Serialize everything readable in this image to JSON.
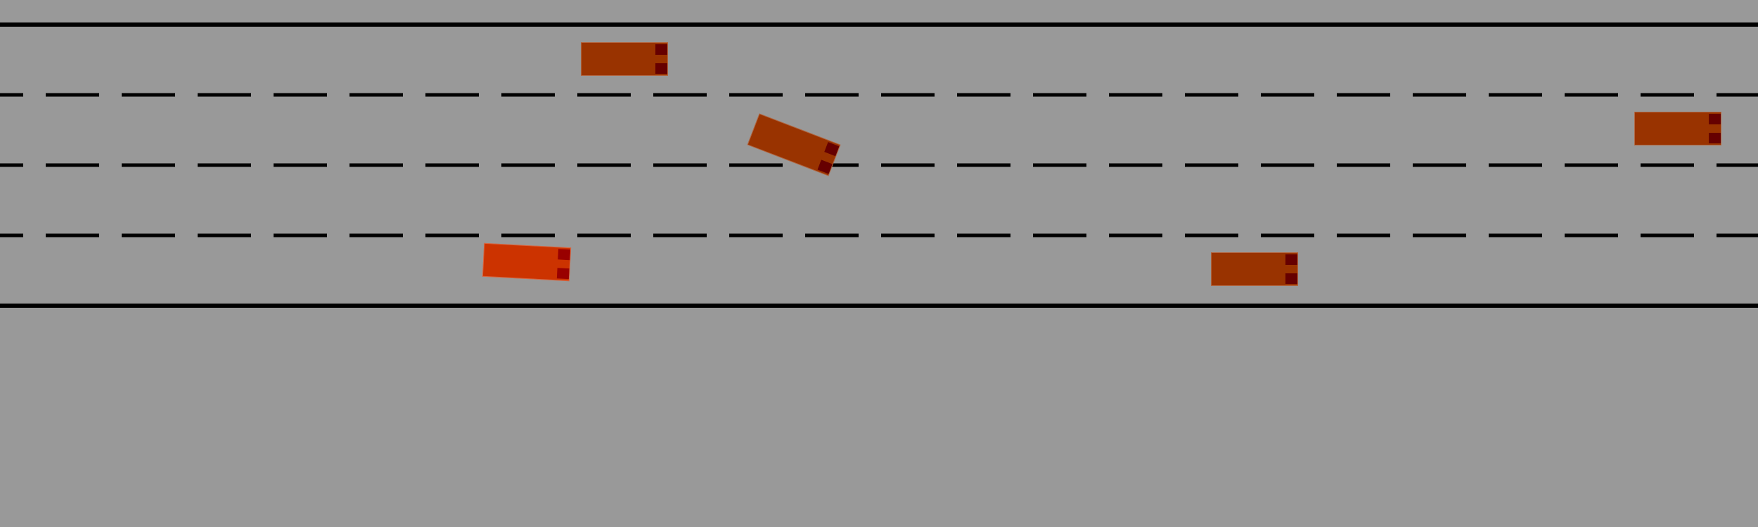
{
  "scene": {
    "name": "highway-lanes",
    "lane_count": 4,
    "background_color": "#999999",
    "line_color": "#000000"
  },
  "vehicles": [
    {
      "id": "npc-1",
      "role": "other",
      "lane": 1,
      "heading_deg": 0,
      "body_color": "#993300",
      "light_color": "#660000"
    },
    {
      "id": "npc-2",
      "role": "other",
      "lane": 2,
      "heading_deg": 21,
      "body_color": "#993300",
      "light_color": "#660000"
    },
    {
      "id": "npc-3",
      "role": "other",
      "lane": 2,
      "heading_deg": 0,
      "body_color": "#993300",
      "light_color": "#660000"
    },
    {
      "id": "ego",
      "role": "ego",
      "lane": 4,
      "heading_deg": 3,
      "body_color": "#cc3300",
      "light_color": "#990000"
    },
    {
      "id": "npc-4",
      "role": "other",
      "lane": 4,
      "heading_deg": 0,
      "body_color": "#993300",
      "light_color": "#660000"
    }
  ]
}
